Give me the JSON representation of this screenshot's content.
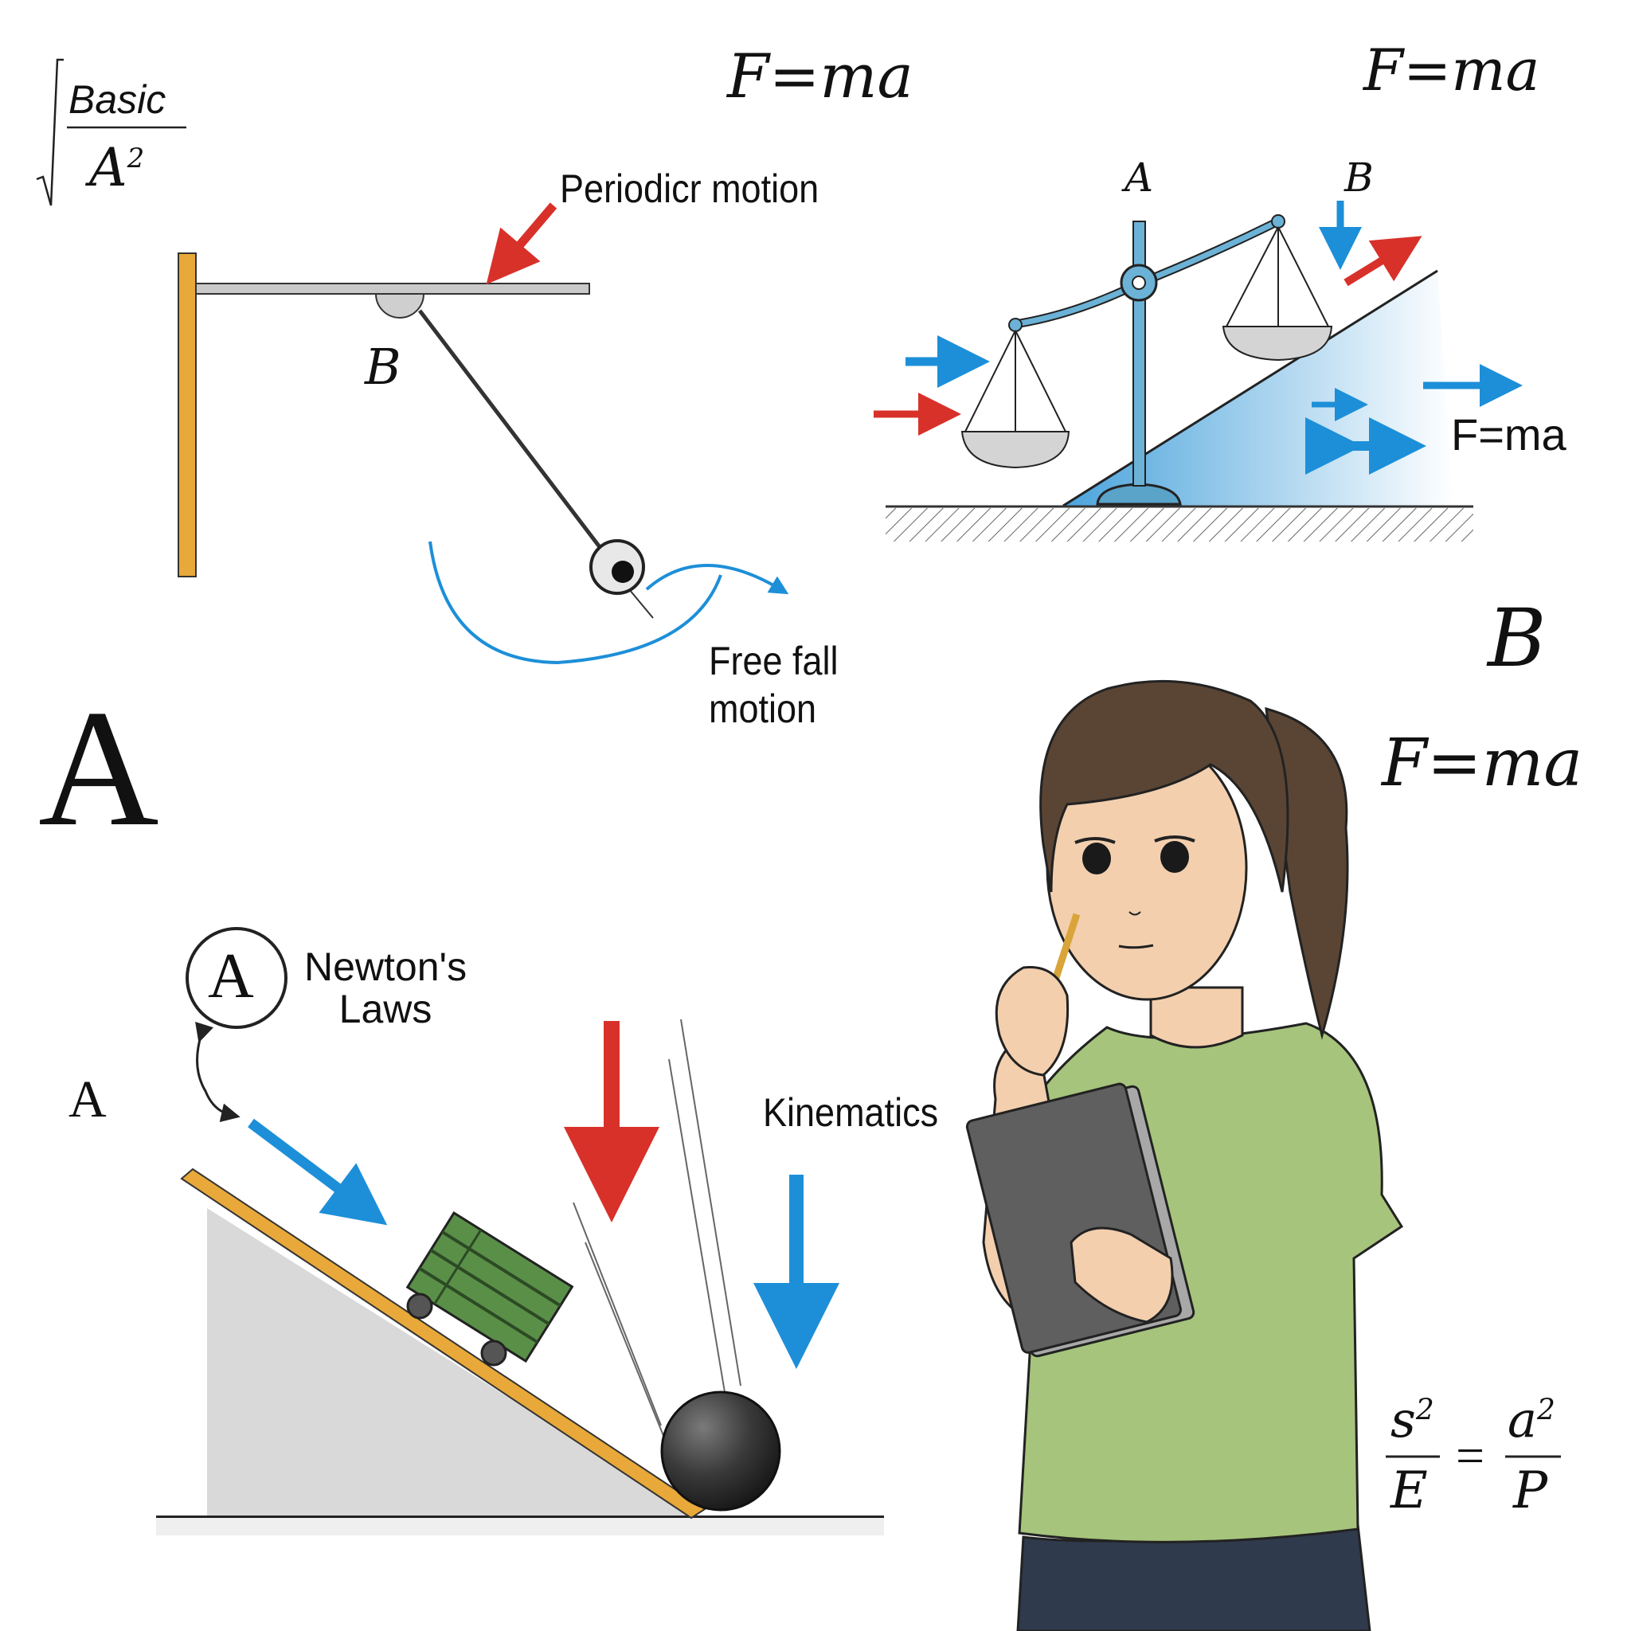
{
  "corner_formula": {
    "numerator": "Basic",
    "denominator_base": "A",
    "denominator_exp": "2"
  },
  "headings": {
    "fma_top_center": "F=ma",
    "fma_top_right": "F=ma",
    "fma_right_mid": "F=ma",
    "fma_balance": "F=ma"
  },
  "pendulum": {
    "arrow_label": "Periodicr motion",
    "pivot_label": "B",
    "swing_label": "Free fall\nmotion"
  },
  "balance": {
    "left_label": "A",
    "right_label": "B"
  },
  "big_letters": {
    "left": "A",
    "right": "B"
  },
  "incline": {
    "circle_letter": "A",
    "circle_caption": "Newton's\nLaws",
    "side_letter": "A",
    "kinematics_label": "Kinematics"
  },
  "equation": {
    "lhs_num_base": "s",
    "lhs_num_exp": "2",
    "lhs_den": "E",
    "equals": "=",
    "rhs_num_base": "a",
    "rhs_num_exp": "2",
    "rhs_den": "P"
  },
  "colors": {
    "blue": "#1d8fd8",
    "red": "#d8312a",
    "orange": "#e8a93a",
    "green_shirt": "#a6c47c",
    "cart_green": "#5a8f48",
    "hair": "#5a4535"
  }
}
